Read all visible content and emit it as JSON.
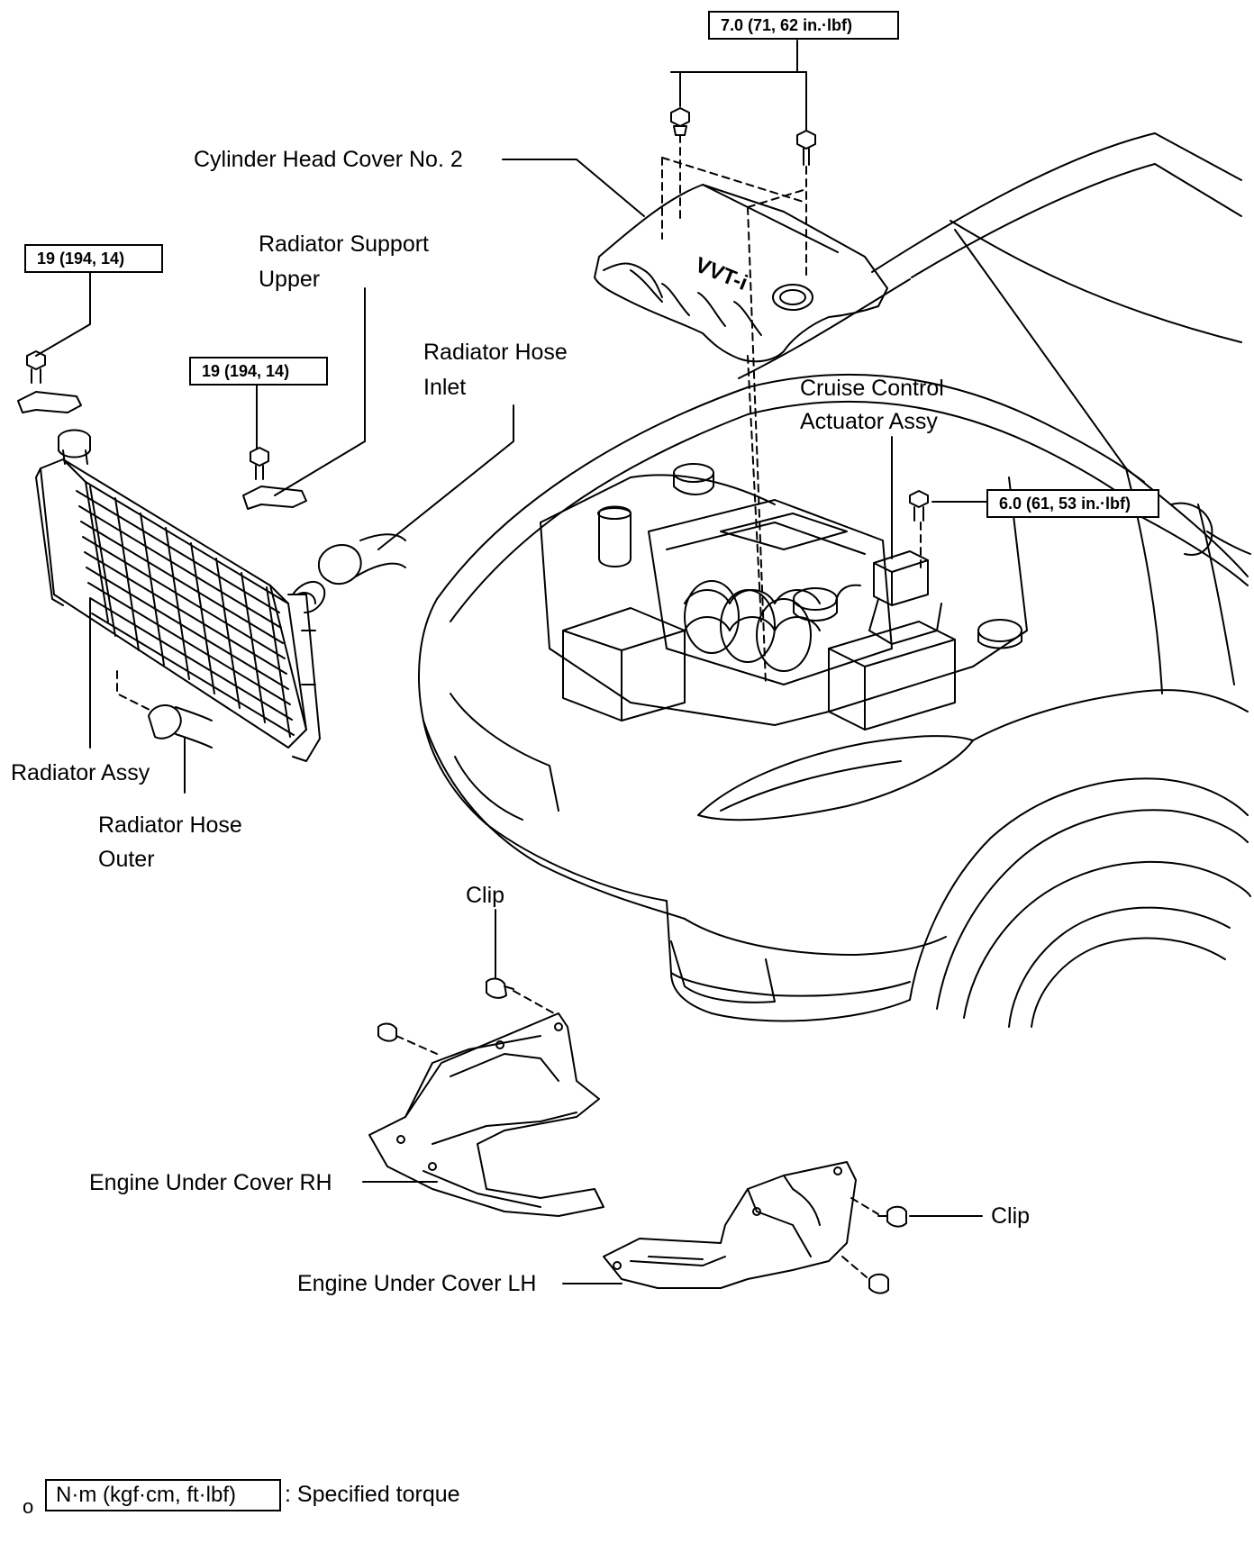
{
  "labels": {
    "cylinder_head_cover": "Cylinder Head Cover No. 2",
    "radiator_support_upper_1": "Radiator Support",
    "radiator_support_upper_2": "Upper",
    "radiator_hose_inlet_1": "Radiator Hose",
    "radiator_hose_inlet_2": "Inlet",
    "cruise_control_1": "Cruise Control",
    "cruise_control_2": "Actuator Assy",
    "radiator_assy": "Radiator Assy",
    "radiator_hose_outer_1": "Radiator Hose",
    "radiator_hose_outer_2": "Outer",
    "clip_top": "Clip",
    "clip_right": "Clip",
    "engine_under_cover_rh": "Engine Under Cover RH",
    "engine_under_cover_lh": "Engine Under Cover LH"
  },
  "torques": {
    "head_cover": "7.0 (71, 62 in.·lbf)",
    "radiator_left": "19 (194, 14)",
    "radiator_support": "19 (194, 14)",
    "cruise_control": "6.0 (61, 53 in.·lbf)"
  },
  "cover_marking": "VVT-i",
  "legend": {
    "mark": "o",
    "unit_box": "N·m (kgf·cm, ft·lbf)",
    "description": ": Specified torque"
  }
}
